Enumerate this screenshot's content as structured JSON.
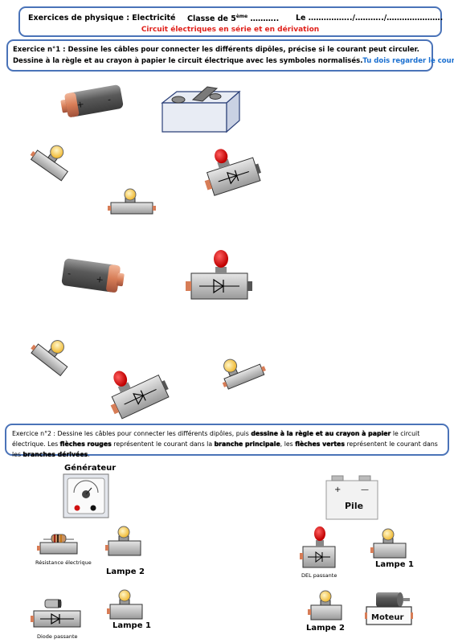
{
  "header": {
    "title": "Exercices de physique : Electricité",
    "class_label": "Classe de 5",
    "class_sup": "ème",
    "class_blank": " ………..",
    "date": "Le ……………../………../………………….",
    "subtitle": "Circuit électriques en série et en dérivation"
  },
  "exercise1": {
    "line1": "Exercice n°1 : Dessine les câbles pour connecter les différents dipôles, précise si le courant peut circuler.",
    "line2": "Dessine à la règle et au crayon à papier le circuit électrique avec les symboles normalisés.",
    "line2_note": "Tu dois regarder le cours."
  },
  "exercise2": {
    "p1": "Exercice n°2 : Dessine les câbles pour connecter les différents dipôles, puis ",
    "h1": "dessine à la règle et au crayon à papier",
    "p2": " le circuit électrique. Les ",
    "h2": "flèches rouges",
    "p3": " représentent le courant dans la ",
    "h3": "branche principale",
    "p4": ", les ",
    "h4": "flèches vertes",
    "p5": " représentent le courant dans les ",
    "h5": "branches dérivées",
    "p6": "."
  },
  "components": {
    "battery_plus": "+",
    "battery_minus": "-",
    "generateur": "Générateur",
    "resistance": "Résistance électrique",
    "diode": "Diode passante",
    "lampe2_left": "Lampe 2",
    "lampe1_left": "Lampe 1",
    "pile": "Pile",
    "pile_plus": "+",
    "pile_minus": "—",
    "del": "DEL passante",
    "lampe1_right": "Lampe 1",
    "lampe2_right": "Lampe 2",
    "moteur": "Moteur"
  },
  "colors": {
    "border": "#4a73b8",
    "subtitle": "#e0201a",
    "note": "#1a6fd0",
    "led": "#e01010"
  }
}
